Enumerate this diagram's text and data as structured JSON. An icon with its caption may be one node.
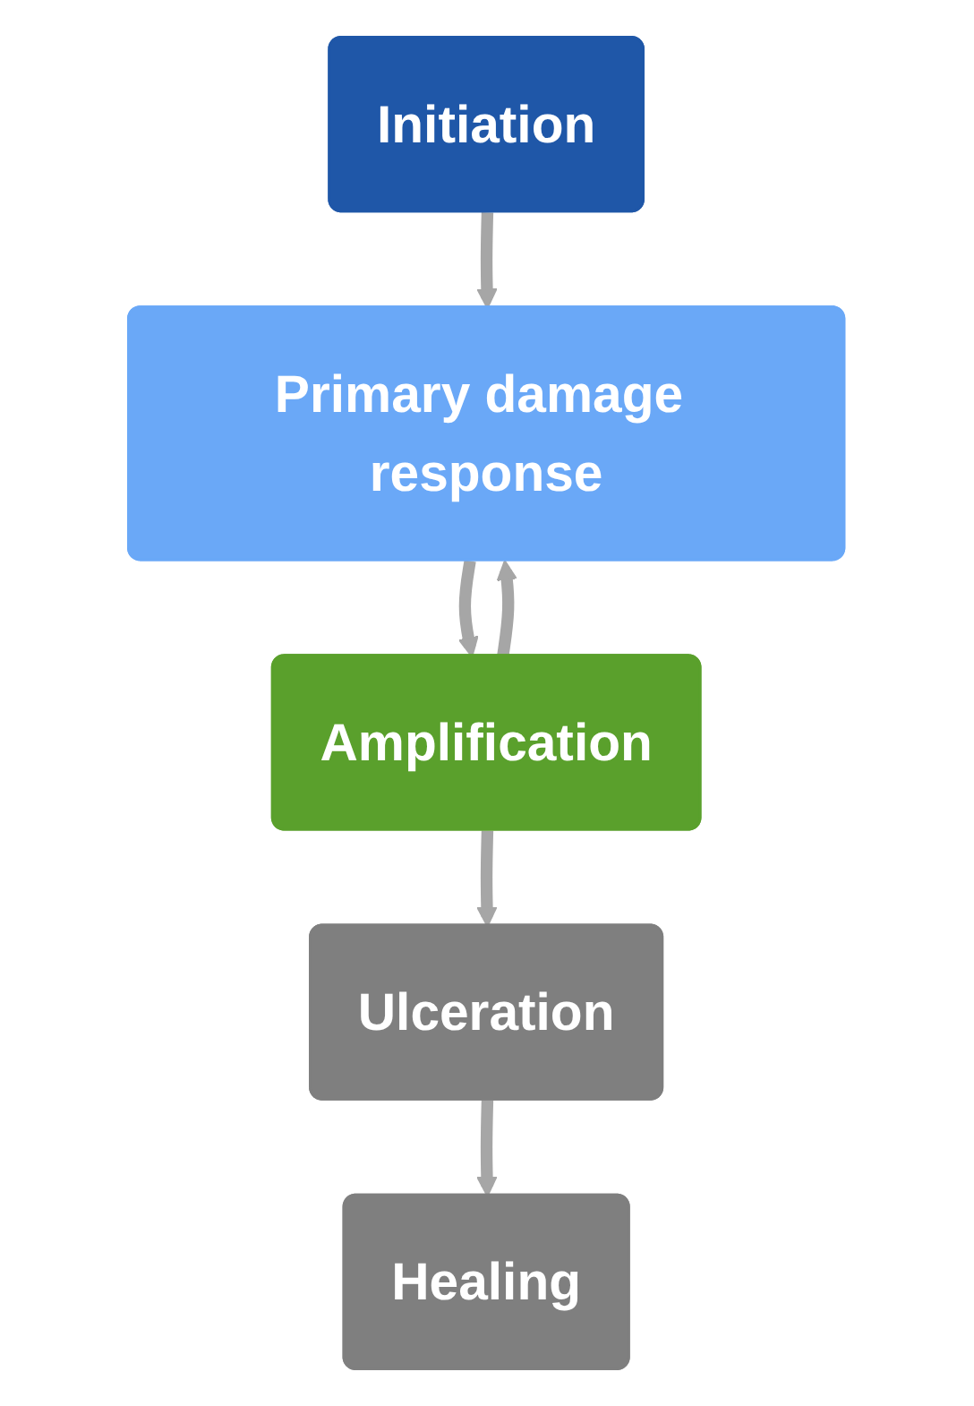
{
  "diagram": {
    "nodes": [
      {
        "text": [
          "Initiation"
        ]
      },
      {
        "text": [
          "Primary damage response"
        ]
      },
      {
        "text": [
          "Amplification"
        ]
      },
      {
        "text": [
          "Ulceration"
        ]
      },
      {
        "text": [
          "Healing"
        ]
      }
    ],
    "edges": [
      {
        "from": 0,
        "to": 1,
        "arrow": "to"
      },
      {
        "from": 1,
        "to": 2,
        "arrow": "to"
      },
      {
        "from": 2,
        "to": 3,
        "arrow": "to"
      },
      {
        "from": 3,
        "to": 4,
        "arrow": "to"
      },
      {
        "from": 2,
        "to": 1,
        "arrow": "to"
      }
    ]
  }
}
